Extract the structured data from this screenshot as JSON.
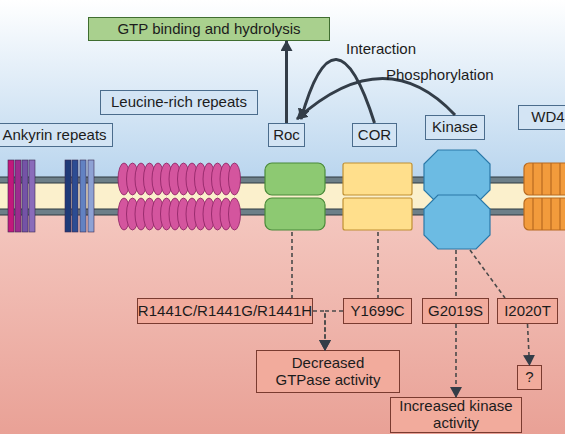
{
  "diagram": {
    "nodes": [
      {
        "text": [
          "GTP binding and hydrolysis"
        ]
      },
      {
        "text": [
          "Leucine-rich repeats"
        ]
      },
      {
        "text": [
          "Ankyrin repeats"
        ]
      },
      {
        "text": [
          "Roc"
        ]
      },
      {
        "text": [
          "COR"
        ]
      },
      {
        "text": [
          "Kinase"
        ]
      },
      {
        "text": [
          "WD4"
        ]
      },
      {
        "text": [
          "R1441C/R1441G/R1441H"
        ]
      },
      {
        "text": [
          "Y1699C"
        ]
      },
      {
        "text": [
          "G2019S"
        ]
      },
      {
        "text": [
          "I2020T"
        ]
      },
      {
        "text": [
          "Decreased GTPase activity"
        ]
      },
      {
        "text": [
          "?"
        ]
      },
      {
        "text": [
          "Increased kinase activity"
        ]
      }
    ],
    "edges": [
      {
        "from": 3,
        "to": 0,
        "arrow": "to"
      },
      {
        "from": 4,
        "to": 3,
        "label": "Interaction",
        "arrow": "to"
      },
      {
        "from": 5,
        "to": 3,
        "label": "Phosphorylation",
        "arrow": "to"
      },
      {
        "from": 7,
        "to": 11,
        "arrow": "to"
      },
      {
        "from": 8,
        "to": 11,
        "arrow": "to"
      },
      {
        "from": 9,
        "to": 13,
        "arrow": "to"
      },
      {
        "from": 10,
        "to": 12,
        "arrow": "to"
      }
    ]
  }
}
